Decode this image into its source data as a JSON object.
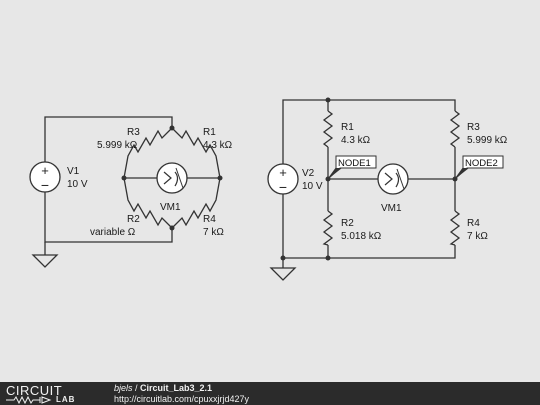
{
  "left_circuit": {
    "source_name": "V1",
    "source_value": "10 V",
    "r3_name": "R3",
    "r3_value": "5.999 kΩ",
    "r1_name": "R1",
    "r1_value": "4.3 kΩ",
    "r2_name": "R2",
    "r2_value": "variable Ω",
    "r4_name": "R4",
    "r4_value": "7 kΩ",
    "meter_name": "VM1"
  },
  "right_circuit": {
    "source_name": "V2",
    "source_value": "10 V",
    "r1_name": "R1",
    "r1_value": "4.3 kΩ",
    "r2_name": "R2",
    "r2_value": "5.018 kΩ",
    "r3_name": "R3",
    "r3_value": "5.999 kΩ",
    "r4_name": "R4",
    "r4_value": "7 kΩ",
    "meter_name": "VM1",
    "node1_label": "NODE1",
    "node2_label": "NODE2"
  },
  "footer": {
    "logo_top": "CIRCUIT",
    "logo_bottom": "LAB",
    "author": "bjels",
    "separator": " / ",
    "title": "Circuit_Lab3_2.1",
    "url": "http://circuitlab.com/cpuxxjrjd427y"
  },
  "colors": {
    "background": "#e7e7e7",
    "wire": "#333333",
    "footer_bg": "#2b2b2b",
    "footer_text": "#f2f2f2"
  }
}
